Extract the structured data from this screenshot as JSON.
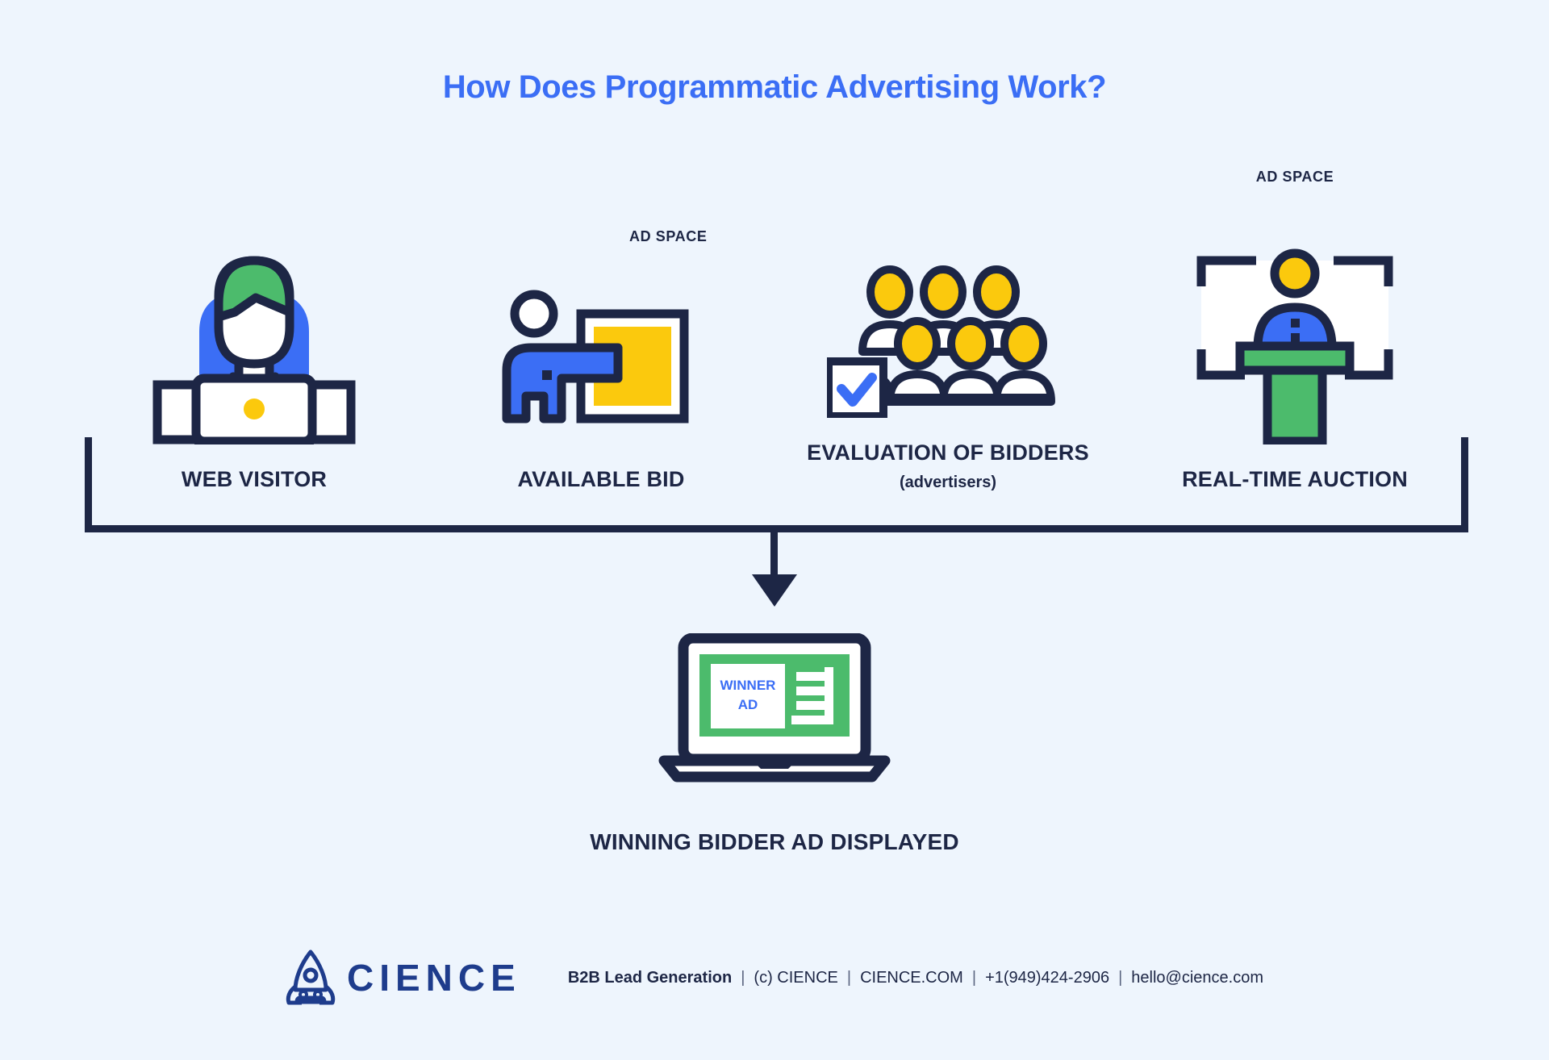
{
  "page": {
    "background_color": "#eef5fd",
    "title": "How Does Programmatic Advertising Work?",
    "title_color": "#3b6ef5"
  },
  "palette": {
    "navy": "#1d2645",
    "blue": "#3b6ef5",
    "green": "#4cbb6c",
    "yellow": "#fbc90d",
    "white": "#ffffff",
    "logo_blue": "#1e3c8c"
  },
  "steps": [
    {
      "id": "web-visitor",
      "label": "WEB VISITOR",
      "sub": "",
      "tag": "",
      "icon": "person-at-laptop-icon"
    },
    {
      "id": "available-bid",
      "label": "AVAILABLE BID",
      "sub": "",
      "tag": "AD SPACE",
      "icon": "person-pointing-at-ad-icon"
    },
    {
      "id": "evaluation-of-bidders",
      "label": "EVALUATION OF BIDDERS",
      "sub": "(advertisers)",
      "tag": "",
      "icon": "crowd-with-checkmark-icon"
    },
    {
      "id": "real-time-auction",
      "label": "REAL-TIME AUCTION",
      "sub": "",
      "tag": "AD SPACE",
      "icon": "auctioneer-podium-icon"
    }
  ],
  "result": {
    "screen_ad_line1": "WINNER",
    "screen_ad_line2": "AD",
    "label": "WINNING BIDDER AD DISPLAYED",
    "icon": "laptop-icon"
  },
  "footer": {
    "logo_icon": "rocket-icon",
    "logo_word": "CIENCE",
    "tagline": "B2B Lead Generation",
    "copyright": "(c) CIENCE",
    "website": "CIENCE.COM",
    "phone": "+1(949)424-2906",
    "email": "hello@cience.com",
    "separator": "|"
  }
}
